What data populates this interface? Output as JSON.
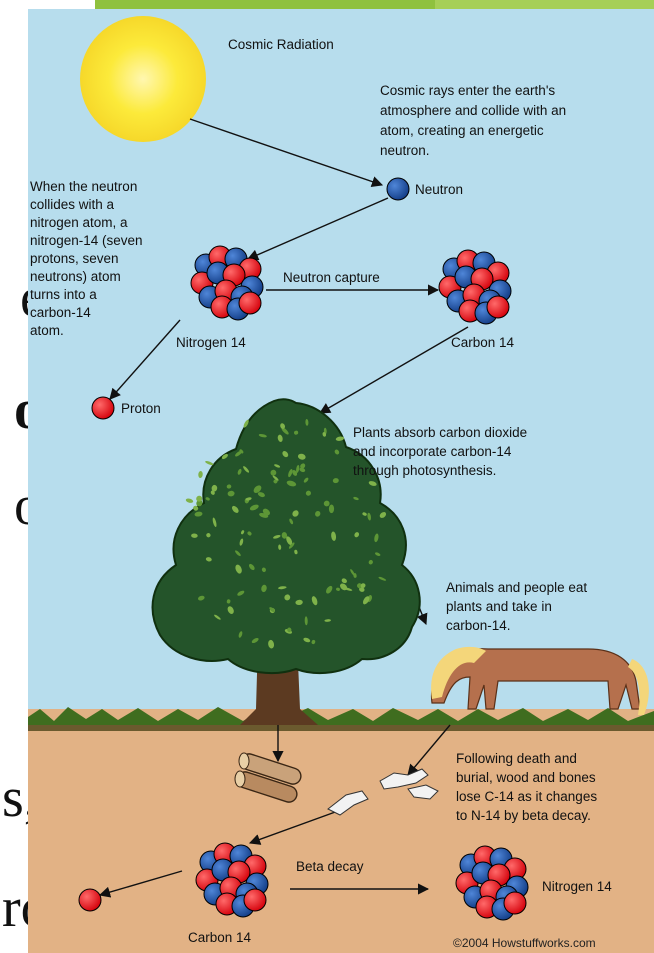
{
  "slide": {
    "fragments": [
      "ed",
      "on",
      "on-",
      "s, or",
      "rom"
    ],
    "accent_colors": [
      "#8fc13e",
      "#a6cf56"
    ]
  },
  "diagram": {
    "title": "Cosmic Radiation",
    "cosmic_text": [
      "Cosmic rays enter the earth's",
      "atmosphere and collide with an",
      "atom, creating an energetic",
      "neutron."
    ],
    "neutron_label": "Neutron",
    "collision_text": [
      "When the neutron",
      "collides with a",
      "nitrogen atom, a",
      "nitrogen-14 (seven",
      "protons, seven",
      "neutrons) atom",
      "turns into a",
      "carbon-14",
      "atom."
    ],
    "nitrogen14_label": "Nitrogen 14",
    "capture_label": "Neutron capture",
    "carbon14_label": "Carbon 14",
    "proton_label": "Proton",
    "plants_text": [
      "Plants absorb carbon dioxide",
      "and incorporate carbon-14",
      "through photosynthesis."
    ],
    "animals_text": [
      "Animals and people eat",
      "plants and take in",
      "carbon-14."
    ],
    "death_text": [
      "Following death and",
      "burial, wood and bones",
      "lose C-14 as it changes",
      "to N-14 by beta decay."
    ],
    "beta_label": "Beta decay",
    "carbon14_bottom_label": "Carbon 14",
    "nitrogen14_bottom_label": "Nitrogen 14",
    "credit": "©2004 Howstuffworks.com",
    "colors": {
      "sky": "#b7dded",
      "soil": "#e2b285",
      "grass": "#3f6d1f",
      "sun": "#fcea3a",
      "proton": "#e8161e",
      "neutron": "#1b4fa0",
      "tree": "#24542a",
      "trunk": "#5c3a21",
      "horse": "#b5704d"
    }
  }
}
